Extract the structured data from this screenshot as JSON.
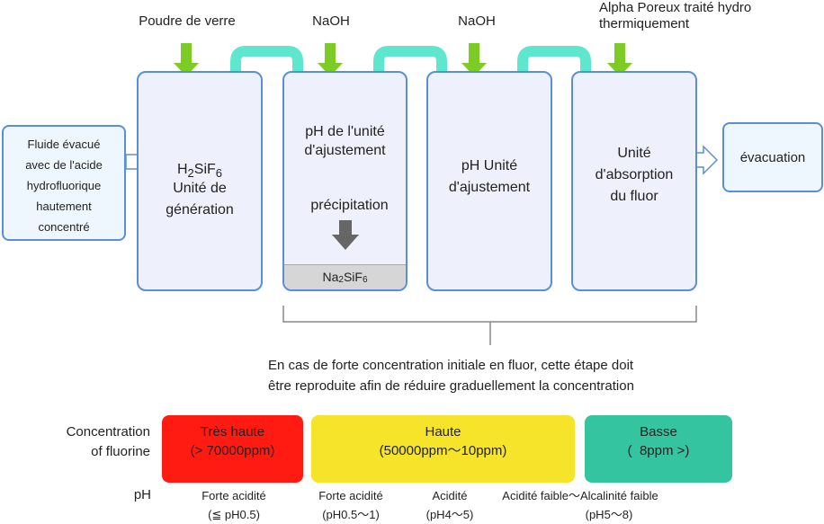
{
  "inputs": {
    "glass_powder": "Poudre de verre",
    "naoh_1": "NaOH",
    "naoh_2": "NaOH",
    "alpha_line1": "Alpha Poreux traité hydro",
    "alpha_line2": "thermiquement"
  },
  "feed_box": {
    "lines": [
      "Fluide évacué",
      "avec de l'acide",
      "hydrofluorique",
      "hautement",
      "concentré"
    ]
  },
  "unit1": {
    "formula_main": "H",
    "formula_sub1": "2",
    "formula_mid": "SiF",
    "formula_sub2": "6",
    "line2": "Unité de",
    "line3": "génération"
  },
  "unit2": {
    "line1": "pH de l'unité",
    "line2": "d'ajustement",
    "precipitation": "précipitation",
    "tank_main": "Na",
    "tank_sub1": "2",
    "tank_mid": "SiF",
    "tank_sub2": "6"
  },
  "unit3": {
    "line1": "pH Unité",
    "line2": "d'ajustement"
  },
  "unit4": {
    "line1": "Unité",
    "line2": "d'absorption",
    "line3": "du fluor"
  },
  "output_box": {
    "label": "évacuation"
  },
  "note": {
    "line1": "En cas de forte concentration initiale en fluor, cette étape doit",
    "line2": "être reproduite afin de réduire graduellement la concentration"
  },
  "concentration": {
    "label_line1": "Concentration",
    "label_line2": "of fluorine",
    "levels": [
      {
        "title": "Très haute",
        "range": "(> 70000ppm)",
        "color": "#ff1a12"
      },
      {
        "title": "Haute",
        "range": "(50000ppm～10ppm)",
        "color": "#f6e42a"
      },
      {
        "title": "Basse",
        "range": "(  8ppm >)",
        "color": "#35c4a0"
      }
    ]
  },
  "ph": {
    "label": "pH",
    "items": [
      {
        "line1": "Forte acidité",
        "line2": "(≦ pH0.5)"
      },
      {
        "line1": "Forte acidité",
        "line2": "(pH0.5～1)"
      },
      {
        "line1": "Acidité",
        "line2": "(pH4～5)"
      },
      {
        "line1": "Acidité faible～Alcalinité faible",
        "line2": "(pH5～8)"
      }
    ]
  },
  "colors": {
    "unit_border": "#5a8fd8",
    "unit_fill": "#eef0fb",
    "green_arrow": "#7ccc23",
    "teal_arrow": "#5ee6cf",
    "precip_arrow": "#666666"
  }
}
